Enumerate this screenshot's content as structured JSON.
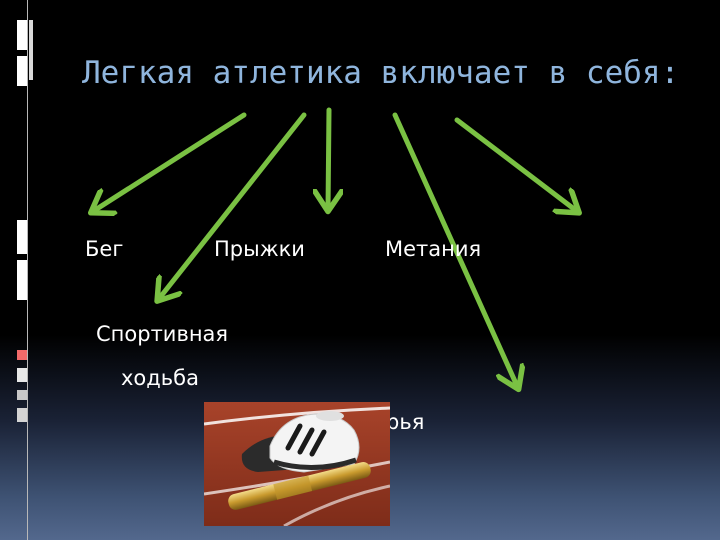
{
  "slide": {
    "title": "Легкая атлетика включает в себя:"
  },
  "categories": [
    {
      "id": "run",
      "label": "Бег"
    },
    {
      "id": "jump",
      "label": "Прыжки"
    },
    {
      "id": "throw",
      "label": "Метания"
    },
    {
      "id": "walk1",
      "label": "Спортивная"
    },
    {
      "id": "walk2",
      "label": "ходьба"
    },
    {
      "id": "allround",
      "label": "рья"
    }
  ],
  "colors": {
    "title": "#8fb5dd",
    "arrow": "#7ac143",
    "text": "#ffffff"
  },
  "decorations": {
    "photo": "running-shoe-and-relay-baton-photo",
    "arrow_icon": "green-arrow-icon"
  }
}
